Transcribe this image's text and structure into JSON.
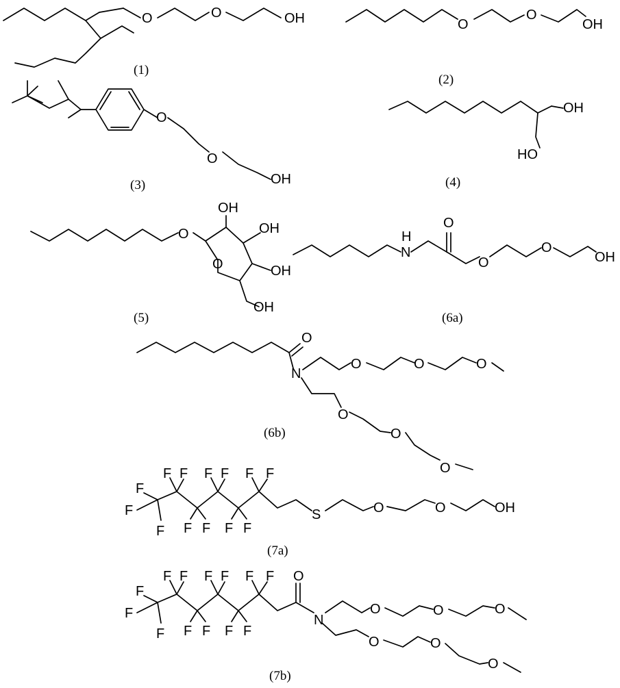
{
  "atoms": {
    "O": "O",
    "OH": "OH",
    "HO": "HO",
    "N": "N",
    "H": "H",
    "S": "S",
    "F": "F"
  },
  "captions": {
    "c1": "(1)",
    "c2": "(2)",
    "c3": "(3)",
    "c4": "(4)",
    "c5": "(5)",
    "c6a": "(6a)",
    "c6b": "(6b)",
    "c7a": "(7a)",
    "c7b": "(7b)"
  }
}
